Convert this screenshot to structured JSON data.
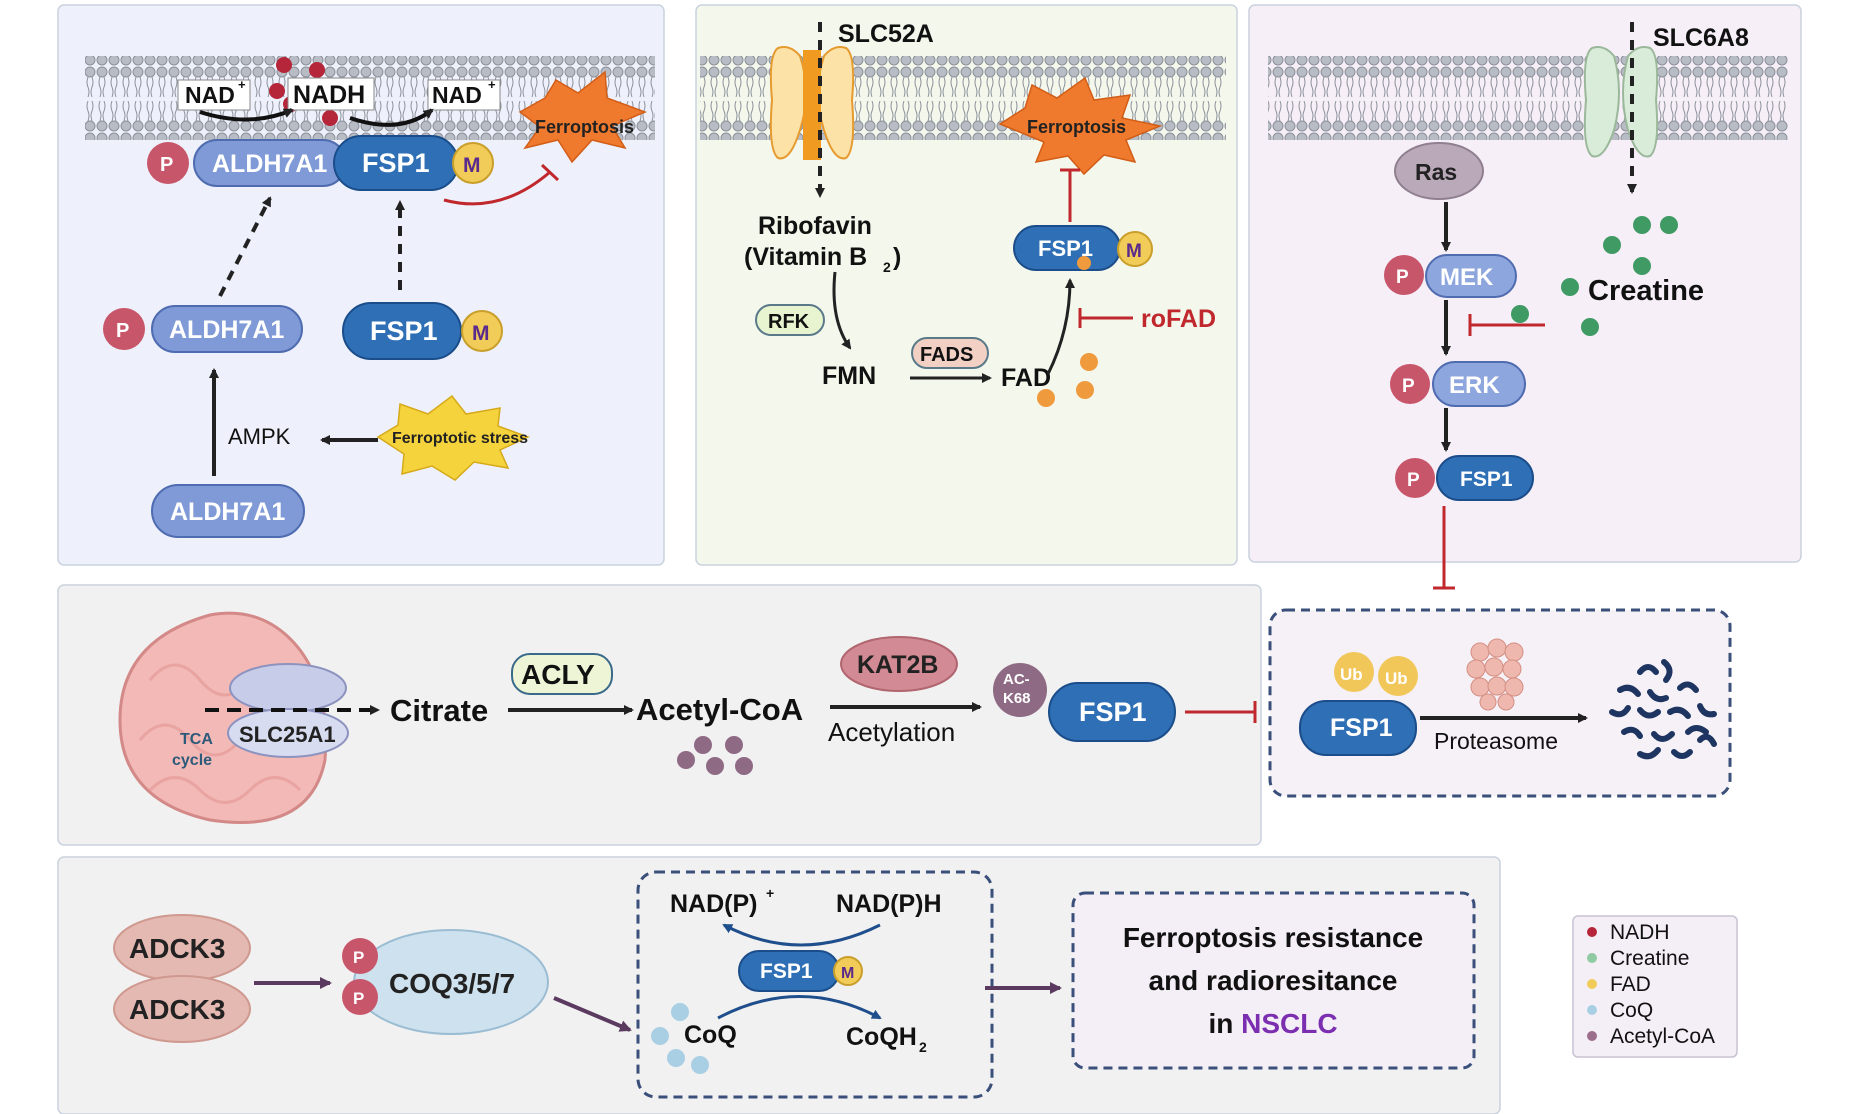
{
  "panel1": {
    "nad_left": "NAD",
    "nadh": "NADH",
    "nad_right": "NAD",
    "plus": "+",
    "ferroptosis": "Ferroptosis",
    "aldh7a1_top": "ALDH7A1",
    "fsp1_top": "FSP1",
    "m": "M",
    "p": "P",
    "aldh7a1_mid": "ALDH7A1",
    "fsp1_mid": "FSP1",
    "ampk": "AMPK",
    "ferroptotic_stress": "Ferroptotic stress",
    "aldh7a1_bottom": "ALDH7A1"
  },
  "panel2": {
    "transporter": "SLC52A",
    "ferroptosis": "Ferroptosis",
    "ribofavin": "Ribofavin",
    "vitamin": "(Vitamin B",
    "vitamin_sub": "2",
    "vitamin_close": ")",
    "rfk": "RFK",
    "fmn": "FMN",
    "fads": "FADS",
    "fad": "FAD",
    "fsp1": "FSP1",
    "m": "M",
    "rofad": "roFAD"
  },
  "panel3": {
    "transporter": "SLC6A8",
    "ras": "Ras",
    "mek": "MEK",
    "erk": "ERK",
    "fsp1": "FSP1",
    "p": "P",
    "creatine": "Creatine"
  },
  "panel4": {
    "slc25a1": "SLC25A1",
    "tca_line1": "TCA",
    "tca_line2": "cycle",
    "citrate": "Citrate",
    "acly": "ACLY",
    "acetyl_coa": "Acetyl-CoA",
    "kat2b": "KAT2B",
    "acetylation": "Acetylation",
    "ac_line1": "AC-",
    "ac_line2": "K68",
    "fsp1": "FSP1"
  },
  "panel5": {
    "ub": "Ub",
    "fsp1": "FSP1",
    "proteasome": "Proteasome"
  },
  "panel6": {
    "adck3_top": "ADCK3",
    "adck3_bottom": "ADCK3",
    "p": "P",
    "coq": "COQ3/5/7",
    "nadp_plus": "NAD(P)",
    "plus": "+",
    "nadph": "NAD(P)H",
    "fsp1": "FSP1",
    "m": "M",
    "coq_sub": "CoQ",
    "coqh": "CoQH",
    "coqh_sub": "2",
    "result_line1": "Ferroptosis resistance",
    "result_line2": "and radioresitance",
    "result_in": "in ",
    "result_nsclc": "NSCLC"
  },
  "legend": {
    "items": [
      {
        "label": "NADH",
        "color": "#b5263a"
      },
      {
        "label": "Creatine",
        "color": "#8fcaa2"
      },
      {
        "label": "FAD",
        "color": "#f2cc58"
      },
      {
        "label": "CoQ",
        "color": "#a9cfe4"
      },
      {
        "label": "Acetyl-CoA",
        "color": "#9a6d8a"
      }
    ]
  },
  "colors": {
    "fsp1_blue": "#2e6fb5",
    "aldh_blue": "#7f9ad6",
    "phospho": "#c8566a",
    "inhibit_red": "#c0282d",
    "ferroptosis_orange": "#ef7a2e",
    "nsclc_purple": "#7b2fb0"
  }
}
